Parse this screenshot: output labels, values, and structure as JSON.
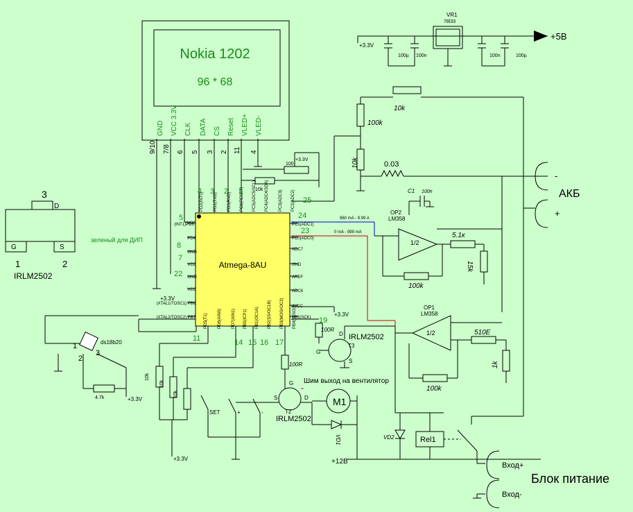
{
  "lcd": {
    "title": "Nokia 1202",
    "resolution": "96 * 68",
    "pins": [
      "GND",
      "VCC 3.3V",
      "CLK",
      "DATA",
      "CS",
      "Reset",
      "VLED+",
      "VLED-"
    ],
    "pin_numbers": [
      "9/10",
      "7/8",
      "6",
      "5",
      "3",
      "2",
      "11",
      "4"
    ]
  },
  "regulator": {
    "name": "VR1",
    "part": "78l33",
    "input": "+5В",
    "output": "+3.3V",
    "caps": [
      "100µ",
      "100n",
      "100n",
      "100µ"
    ]
  },
  "mcu": {
    "name": "Atmega-8AU",
    "left_pins": [
      "(INT1)PD3",
      "PD4",
      "GND",
      "VCC",
      "GND",
      "VCC",
      "(XTAL1/TOSC1) PB6",
      "(XTAL2/TOSC2) PB7"
    ],
    "right_pins": [
      "PC1(ADC1)",
      "PC0(ADC0)",
      "ADC7",
      "GND",
      "AREF",
      "ADC6",
      "AVCC",
      "PB5(SCK)"
    ],
    "top_pins": [
      "PD2(INT0)",
      "PD1(TXD)",
      "PD0(RXD)",
      "PC6(RESET)",
      "PC5(ADC5/SCL)",
      "PC4(ADC4/SDA)",
      "PC3(ADC3)",
      "PC2(ADC2)"
    ],
    "bottom_pins": [
      "PD5(T1)",
      "PD6(AIN0)",
      "PD7(AIN1)",
      "PB0(ICP1)",
      "PB1(OC1A)",
      "PB2(SS/OC1B)",
      "PB3(MOSI/OC2)",
      "PB4(MISO)"
    ]
  },
  "green_labels": [
    "5",
    "8",
    "7",
    "22",
    "4",
    "3",
    "2",
    "1",
    "25",
    "24",
    "23",
    "19",
    "11",
    "14",
    "15",
    "16",
    "17",
    "6",
    "5",
    "3",
    "2",
    "11",
    "4"
  ],
  "annotations": {
    "green_dip": "зеленый для ДИП",
    "current1": "960 mA - 9.99 A",
    "current2": "0 mA - 999 mA",
    "pwm": "Шим выход на вентилятор",
    "power_block": "Блок питание",
    "akb": "АКБ"
  },
  "components": {
    "r_top": "10k",
    "r100k_a": "100k",
    "r10k": "10k",
    "shunt": "0.03",
    "trim100": "100",
    "r10k_b": "10k",
    "c1": "C1",
    "c1_val": "100n",
    "op2": "OP2",
    "op2_part": "LM358",
    "op_half": "1/2",
    "r5k1": "5.1к",
    "r15k": "15k",
    "r100k_b": "100k",
    "op1": "OP1",
    "op1_part": "LM358",
    "r510": "510E",
    "r1k": "1k",
    "r100k_c": "100k",
    "t3": "IRLM2502",
    "t3_name": "T3",
    "r100r_a": "100R",
    "r100r_b": "100R",
    "t2": "T2",
    "t2_part": "IRLM2502",
    "m1": "M1",
    "vd1": "VD1",
    "vd2": "VD2",
    "rel": "Rel1",
    "ds": "ds18b20",
    "r4k7": "4.7k",
    "btn_set": "SET",
    "btn_plus": "+",
    "btn_minus": "-",
    "r10k_x": "10k"
  },
  "supply": {
    "p33": "+3.3V",
    "p12": "+12В",
    "vin_plus": "Вход+",
    "vin_minus": "Вход-",
    "plus": "+",
    "minus": "-"
  },
  "transistor": {
    "pin3": "3",
    "pin1": "1",
    "pin2": "2",
    "d": "D",
    "g": "G",
    "s": "S",
    "name": "IRLM2502"
  }
}
